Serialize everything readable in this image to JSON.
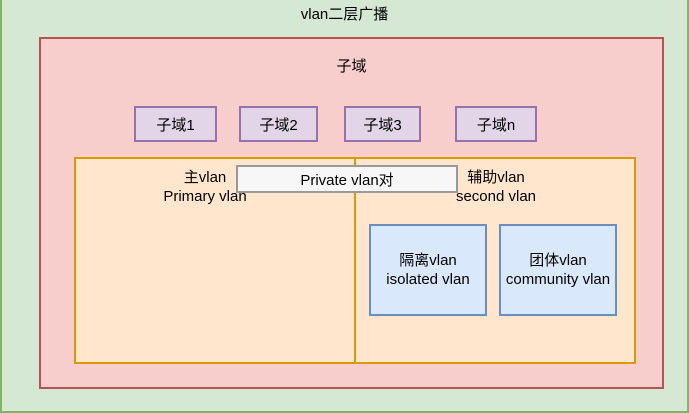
{
  "title": "vlan二层广播",
  "domain": {
    "label": "子域"
  },
  "subdomains": [
    {
      "label": "子域1"
    },
    {
      "label": "子域2"
    },
    {
      "label": "子域3"
    },
    {
      "label": "子域n"
    }
  ],
  "private_vlan": {
    "pair_label": "Private vlan对",
    "primary": {
      "line1": "主vlan",
      "line2": "Primary vlan"
    },
    "secondary": {
      "line1": "辅助vlan",
      "line2": "second vlan"
    },
    "isolated": {
      "line1": "隔离vlan",
      "line2": "isolated vlan"
    },
    "community": {
      "line1": "团体vlan",
      "line2": "community vlan"
    }
  },
  "colors": {
    "canvas_fill": "#d5e8d4",
    "canvas_stroke": "#82b366",
    "domain_fill": "#f8cecc",
    "domain_stroke": "#b85450",
    "subdomain_fill": "#e1d5e7",
    "subdomain_stroke": "#9673a6",
    "private_vlan_fill": "#ffe6cc",
    "private_vlan_stroke": "#d79b00",
    "pair_box_fill": "#f7f7f7",
    "pair_box_stroke": "#999999",
    "secondary_vlan_fill": "#dae8fc",
    "secondary_vlan_stroke": "#6c8ebf"
  }
}
